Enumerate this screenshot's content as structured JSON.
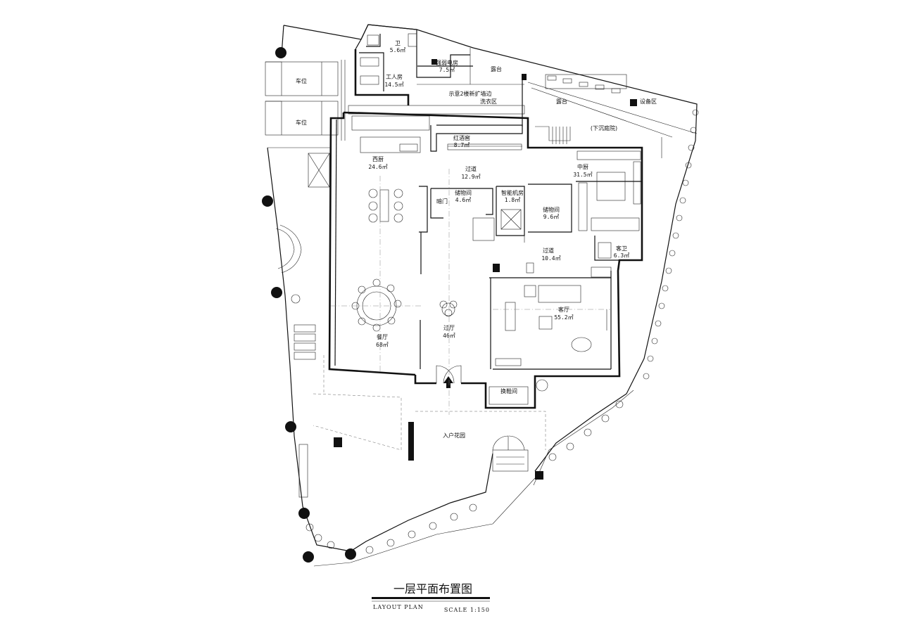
{
  "rooms": {
    "wc_small": {
      "name": "卫",
      "area": "5.6㎡"
    },
    "power_room": {
      "name": "强弱电房",
      "area": "7.5㎡"
    },
    "worker_room": {
      "name": "工人房",
      "area": "14.5㎡"
    },
    "terrace_top": {
      "name": "露台"
    },
    "terrace_right": {
      "name": "露台"
    },
    "equipment": {
      "name": "设备区"
    },
    "sunken_court": {
      "name": "(下沉庭院)"
    },
    "laundry_note": {
      "name": "示意2楼新扩墙边"
    },
    "laundry": {
      "name": "洗衣区"
    },
    "wine_cellar": {
      "name": "红酒窖",
      "area": "8.7㎡"
    },
    "western_kitchen": {
      "name": "西厨",
      "area": "24.6㎡"
    },
    "corridor_1": {
      "name": "过道",
      "area": "12.9㎡"
    },
    "chinese_kitchen": {
      "name": "中厨",
      "area": "31.5㎡"
    },
    "storage_1": {
      "name": "储物间",
      "area": "4.6㎡"
    },
    "smart_room": {
      "name": "智能机房",
      "area": "1.8㎡"
    },
    "storage_2": {
      "name": "储物间",
      "area": "9.6㎡"
    },
    "dark_door": {
      "name": "暗门"
    },
    "guest_wc": {
      "name": "客卫",
      "area": "6.3㎡"
    },
    "corridor_2": {
      "name": "过道",
      "area": "10.4㎡"
    },
    "living_room": {
      "name": "客厅",
      "area": "55.2㎡"
    },
    "dining_room": {
      "name": "餐厅",
      "area": "68㎡"
    },
    "hall": {
      "name": "过厅",
      "area": "46㎡"
    },
    "shoe_room": {
      "name": "换鞋间"
    },
    "entry_garden": {
      "name": "入户花园"
    }
  },
  "parking": [
    {
      "name": "车位"
    },
    {
      "name": "车位"
    }
  ],
  "title_block": {
    "title": "一层平面布置图",
    "subtitle": "LAYOUT PLAN",
    "scale": "SCALE 1:150"
  },
  "colors": {
    "ink": "#111111",
    "background": "#ffffff"
  }
}
